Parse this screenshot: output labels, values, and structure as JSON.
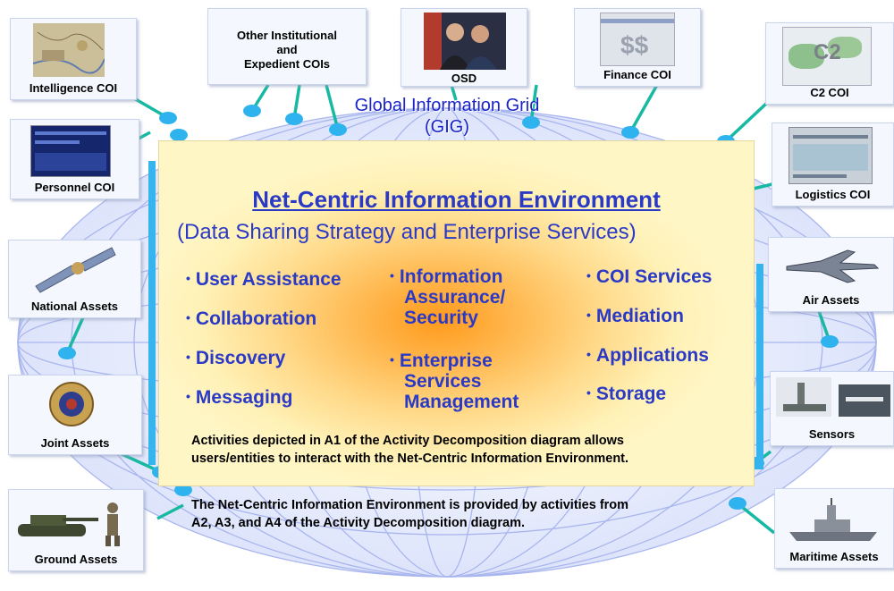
{
  "gig": {
    "line1": "Global Information Grid",
    "line2": "(GIG)"
  },
  "main": {
    "title": "Net-Centric Information Environment",
    "subtitle": "(Data Sharing Strategy and Enterprise Services)",
    "col1": [
      "User Assistance",
      "Collaboration",
      "Discovery",
      "Messaging"
    ],
    "col2": {
      "ia": [
        "Information",
        "Assurance/",
        "Security"
      ],
      "esm": [
        "Enterprise",
        "Services",
        "Management"
      ]
    },
    "col3": [
      "COI Services",
      "Mediation",
      "Applications",
      "Storage"
    ],
    "bullet_glyph": "•",
    "note1": [
      "Activities depicted in A1 of the Activity Decomposition diagram allows",
      "users/entities to interact with the Net-Centric Information Environment."
    ],
    "note2": [
      "The Net-Centric Information Environment is provided by activities from",
      "A2, A3, and A4 of the Activity Decomposition diagram."
    ]
  },
  "nodes": {
    "intelligence": "Intelligence COI",
    "other_coi": [
      "Other Institutional",
      "and",
      "Expedient COIs"
    ],
    "osd": "OSD",
    "finance": "Finance COI",
    "finance_glyph": "$$",
    "c2": "C2 COI",
    "c2_glyph": "C2",
    "personnel": "Personnel COI",
    "logistics": "Logistics COI",
    "national": "National Assets",
    "air": "Air Assets",
    "joint": "Joint Assets",
    "sensors": "Sensors",
    "ground": "Ground Assets",
    "maritime": "Maritime Assets"
  },
  "colors": {
    "connector": "#17b9a3",
    "node_dot": "#2fb3ee",
    "globe_line": "#a9b6ee",
    "text_blue": "#2a3ac6"
  }
}
